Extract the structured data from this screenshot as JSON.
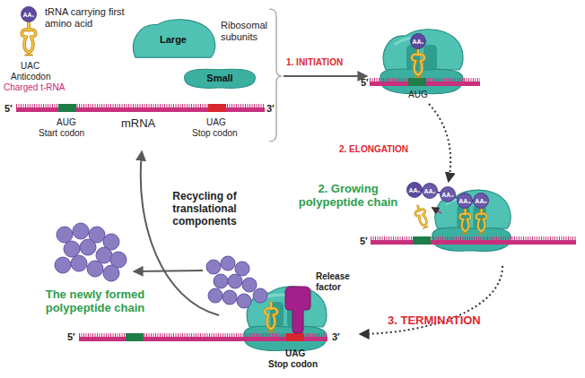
{
  "diagram": {
    "nodes": [
      {
        "text": [
          "Large"
        ]
      },
      {
        "text": [
          "Small"
        ]
      },
      {
        "text": [
          "AA₁"
        ]
      },
      {
        "text": [
          "AA₁"
        ]
      },
      {
        "text": [
          "AA₁"
        ]
      },
      {
        "text": [
          "AA₂"
        ]
      },
      {
        "text": [
          "AA₃"
        ]
      },
      {
        "text": [
          "AA₄"
        ]
      },
      {
        "text": [
          "AA₅"
        ]
      }
    ],
    "labels": [
      "tRNA carrying first amino acid",
      "UAC",
      "Anticodon",
      "Charged t-RNA",
      "Ribosomal subunits",
      "5′",
      "3′",
      "mRNA",
      "AUG",
      "Start codon",
      "UAG",
      "Stop codon",
      "1. INITIATION",
      "5′",
      "AUG",
      "2. ELONGATION",
      "2. Growing polypeptide chain",
      "5′",
      "Recycling of translational components",
      "Release factor",
      "The newly formed polypeptide chain",
      "3. TERMINATION",
      "5′",
      "3′",
      "UAG",
      "Stop codon"
    ]
  }
}
